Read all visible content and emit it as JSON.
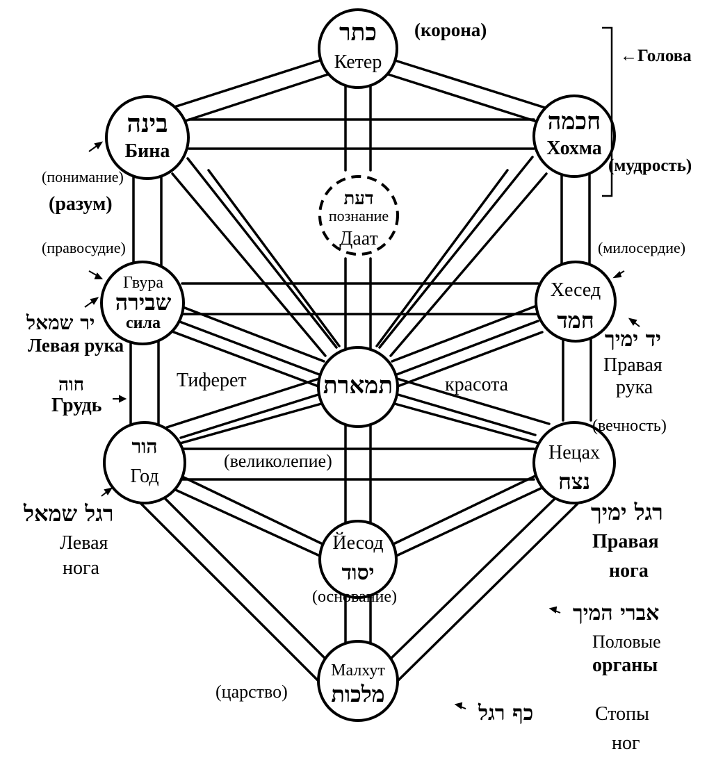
{
  "sefirot": {
    "keter": {
      "hebrew": "כתר",
      "name": "Кетер",
      "meaning": "(корона)"
    },
    "bina": {
      "hebrew": "בינה",
      "name": "Бина",
      "meaning": "(понимание)",
      "meaning2": "(разум)"
    },
    "hokhma": {
      "hebrew": "חכמה",
      "name": "Хохма",
      "meaning": "(мудрость)"
    },
    "daat": {
      "hebrew": "דעת",
      "meaning": "познание",
      "name": "Даат"
    },
    "gvura": {
      "name": "Гвура",
      "hebrew": "שבירה",
      "meaning": "сила",
      "note": "(правосудие)"
    },
    "hesed": {
      "name": "Хесед",
      "hebrew": "חמד",
      "note": "(милосердие)"
    },
    "tiferet": {
      "hebrew": "תמארת",
      "name": "Тиферет",
      "meaning": "красота"
    },
    "hod": {
      "hebrew": "הור",
      "name": "Год",
      "note": "(великолепие)"
    },
    "netsah": {
      "name": "Нецах",
      "hebrew": "נצח",
      "note": "(вечность)"
    },
    "yesod": {
      "name": "Йесод",
      "hebrew": "יסוד",
      "note": "(основание)"
    },
    "malkhut": {
      "name": "Малхут",
      "hebrew": "מלכות",
      "note": "(царство)"
    }
  },
  "body": {
    "head": "←Голова",
    "left_hand_heb": "יר שמאל",
    "left_hand": "Левая рука",
    "right_hand_heb": "יד ימיך",
    "right_hand_1": "Правая",
    "right_hand_2": "рука",
    "chest_heb": "חוה",
    "chest": "Грудь",
    "left_leg_heb": "רגל שמאל",
    "left_leg_1": "Левая",
    "left_leg_2": "нога",
    "right_leg_heb": "רגל ימיך",
    "right_leg_1": "Правая",
    "right_leg_2": "нога",
    "genitals_heb": "אברי המיך",
    "genitals_1": "Половые",
    "genitals_2": "органы",
    "feet_heb": "כף רגל",
    "feet_1": "Стопы",
    "feet_2": "ног"
  }
}
